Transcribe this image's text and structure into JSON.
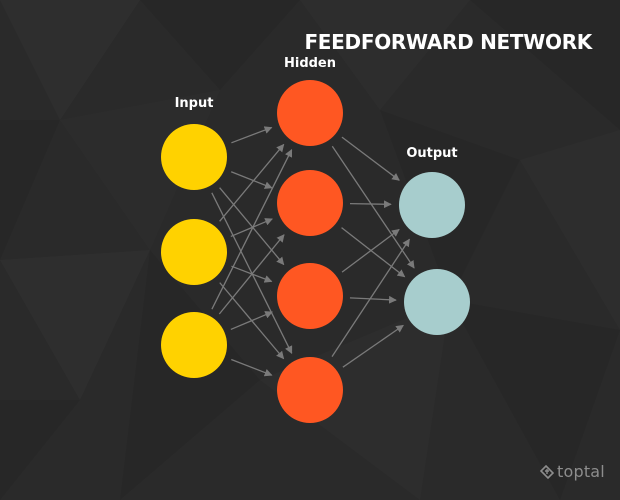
{
  "title": "FEEDFORWARD NETWORK",
  "layers": [
    {
      "key": "input",
      "label": "Input",
      "node_count": 3,
      "color": "#FFD200"
    },
    {
      "key": "hidden",
      "label": "Hidden",
      "node_count": 4,
      "color": "#FF5722"
    },
    {
      "key": "output",
      "label": "Output",
      "node_count": 2,
      "color": "#A7CDCD"
    }
  ],
  "connections": "fully-connected",
  "edge_color": "#7a7a7a",
  "brand": {
    "name": "toptal",
    "icon": "toptal-logo-icon"
  }
}
